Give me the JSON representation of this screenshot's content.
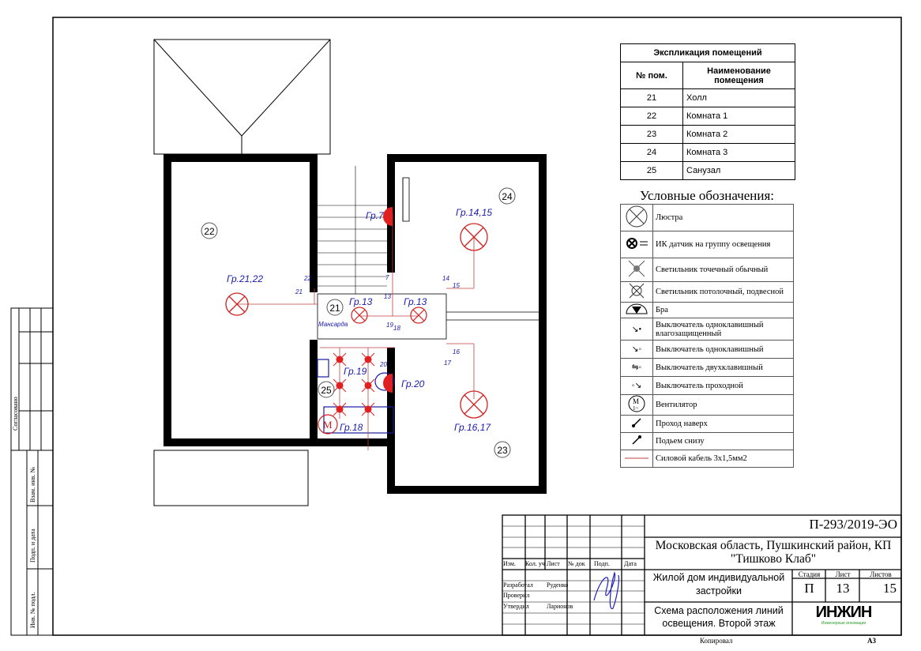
{
  "plan": {
    "rooms": [
      {
        "num": "21"
      },
      {
        "num": "22"
      },
      {
        "num": "23"
      },
      {
        "num": "24"
      },
      {
        "num": "25"
      }
    ],
    "groups": [
      "Гр.7",
      "Гр.14,15",
      "Гр.21,22",
      "Гр.13",
      "Гр.13",
      "Гр.19",
      "Гр.20",
      "Гр.18",
      "Гр.16,17"
    ],
    "switch_labels": [
      "22",
      "21",
      "7",
      "13",
      "14",
      "15",
      "19",
      "18",
      "16",
      "17",
      "20"
    ],
    "mansard": "Мансарда",
    "fan_label": "M"
  },
  "room_table": {
    "title": "Экспликация помещений",
    "headers": [
      "№ пом.",
      "Наименование помещения"
    ],
    "rows": [
      {
        "num": "21",
        "name": "Холл"
      },
      {
        "num": "22",
        "name": "Комната 1"
      },
      {
        "num": "23",
        "name": "Комната 2"
      },
      {
        "num": "24",
        "name": "Комната 3"
      },
      {
        "num": "25",
        "name": "Санузал"
      }
    ]
  },
  "legend": {
    "title": "Условные обозначения:",
    "items": [
      {
        "icon": "chandelier-icon",
        "label": "Люстра"
      },
      {
        "icon": "ir-sensor-icon",
        "label": "ИК датчик на группу освещения"
      },
      {
        "icon": "spot-light-icon",
        "label": "Светильник точечный обычный"
      },
      {
        "icon": "ceiling-light-icon",
        "label": "Светильник потолочный, подвесной"
      },
      {
        "icon": "wall-lamp-icon",
        "label": "Бра"
      },
      {
        "icon": "waterproof-switch-icon",
        "label": "Выключатель одноклавишный влагозащищенный"
      },
      {
        "icon": "single-switch-icon",
        "label": "Выключатель одноклавишный"
      },
      {
        "icon": "double-switch-icon",
        "label": "Выключатель двухклавишный"
      },
      {
        "icon": "pass-switch-icon",
        "label": "Выключатель проходной"
      },
      {
        "icon": "fan-icon",
        "label": "Вентилятор"
      },
      {
        "icon": "pass-up-icon",
        "label": "Проход наверх"
      },
      {
        "icon": "rise-from-below-icon",
        "label": "Подьем снизу"
      },
      {
        "icon": "cable-icon",
        "label": "Силовой кабель 3х1,5мм2"
      }
    ],
    "cable_color": "#c04040"
  },
  "title_block": {
    "code": "П-293/2019-ЭО",
    "location": "Московская область, Пушкинский район, КП \"Тишково Клаб\"",
    "object": "Жилой дом индивидуальной застройки",
    "sheet_title": "Схема расположения линий освещения. Второй этаж",
    "col_headers": [
      "Изм.",
      "Кол. уч",
      "Лист",
      "№ док",
      "Подп.",
      "Дата"
    ],
    "roles": [
      {
        "role": "Разработал",
        "name": "Руденко"
      },
      {
        "role": "Проверил",
        "name": ""
      },
      {
        "role": "Утвердил",
        "name": "Ларионов"
      }
    ],
    "stage_label": "Стадия",
    "sheet_label": "Лист",
    "sheets_label": "Листов",
    "stage": "П",
    "sheet": "13",
    "sheets": "15",
    "logo": "ИНЖИН",
    "logo_sub": "Инженерные инновации",
    "copied": "Копировал",
    "format": "A3"
  },
  "side_stamp": {
    "agreed": "Согласовано",
    "fields": [
      "Взам. инв. №",
      "Подп. и дата",
      "Инв. № подл."
    ]
  }
}
